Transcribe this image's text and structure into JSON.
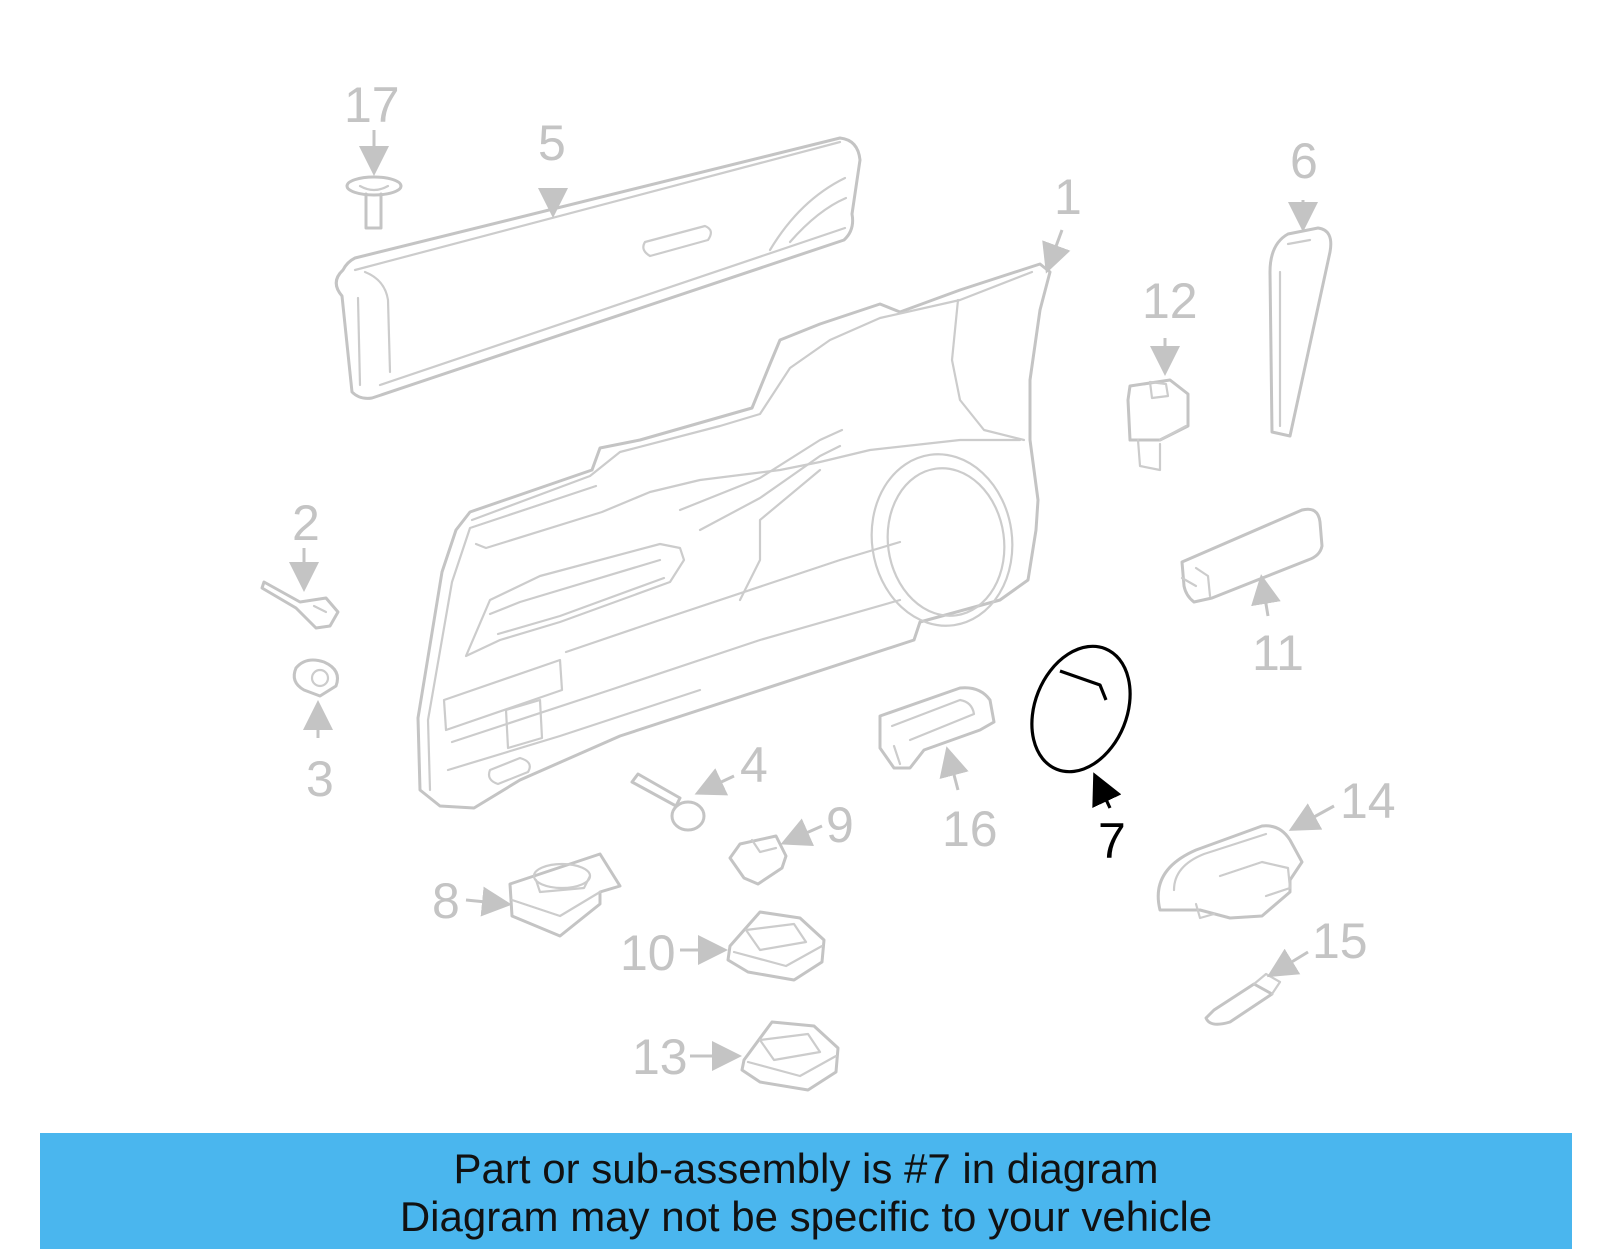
{
  "callouts": {
    "c1": "1",
    "c2": "2",
    "c3": "3",
    "c4": "4",
    "c5": "5",
    "c6": "6",
    "c7": "7",
    "c8": "8",
    "c9": "9",
    "c10": "10",
    "c11": "11",
    "c12": "12",
    "c13": "13",
    "c14": "14",
    "c15": "15",
    "c16": "16",
    "c17": "17"
  },
  "highlighted_part": "7",
  "colors": {
    "banner_bg": "#4ab6ee",
    "part_stroke": "#c4c4c4",
    "highlight_stroke": "#000000"
  },
  "banner": {
    "line1": "Part or sub-assembly is #7 in diagram",
    "line2": "Diagram may not be specific to your vehicle"
  }
}
